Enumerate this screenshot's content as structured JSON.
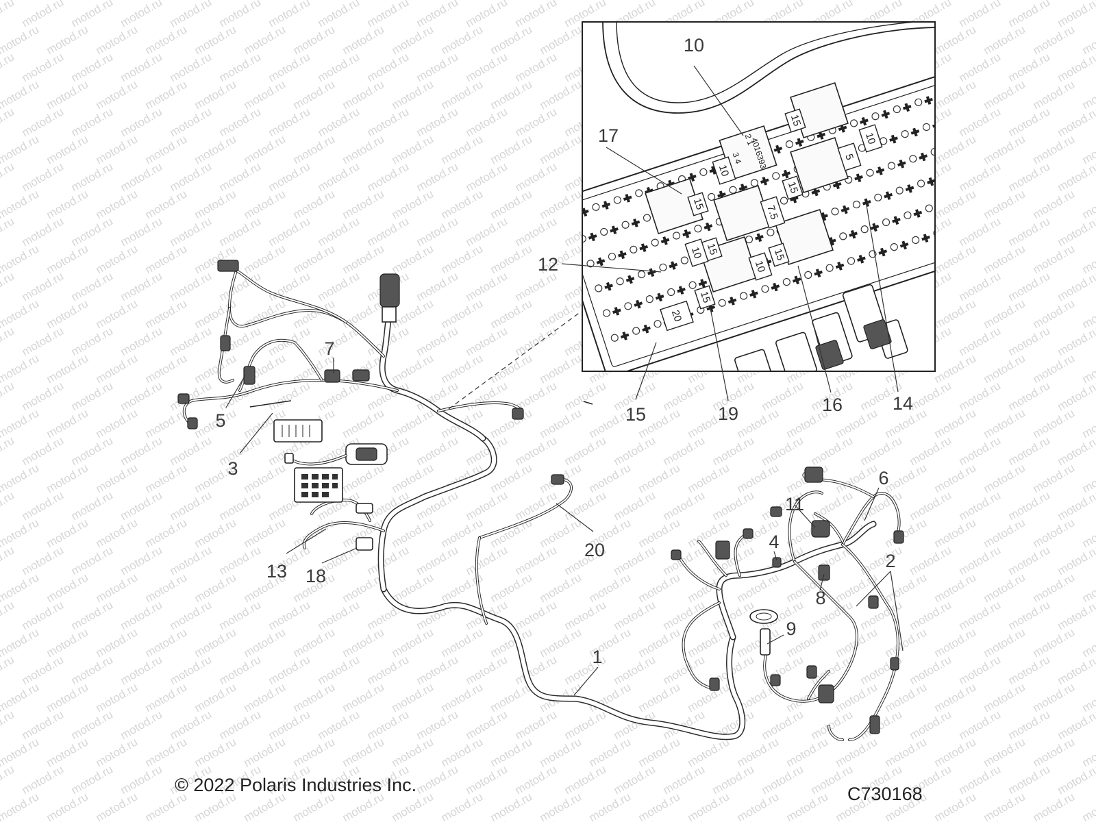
{
  "watermark": "motod.ru",
  "copyright": "© 2022 Polaris Industries Inc.",
  "drawing_number": "C730168",
  "callouts": {
    "c1": "1",
    "c2": "2",
    "c3": "3",
    "c4": "4",
    "c5": "5",
    "c6": "6",
    "c7": "7",
    "c8": "8",
    "c9": "9",
    "c10": "10",
    "c11": "11",
    "c12": "12",
    "c13": "13",
    "c14": "14",
    "c15": "15",
    "c16": "16",
    "c17": "17",
    "c18": "18",
    "c19": "19",
    "c20": "20"
  },
  "fuse_ratings": {
    "f_top_15": "15",
    "f_top_10": "10",
    "f_top_5": "5",
    "f_mid_10": "10",
    "f_mid_15": "15",
    "f_75": "7.5",
    "f_75_15": "15",
    "f_left_10": "10",
    "f_left_15": "15",
    "f_bot_10": "10",
    "f_bot_15": "15",
    "f_20": "20",
    "f_15b": "15"
  },
  "relay_marking": {
    "pins_a": "2  1",
    "part_no": "4016393",
    "pins_b": "3  4"
  }
}
